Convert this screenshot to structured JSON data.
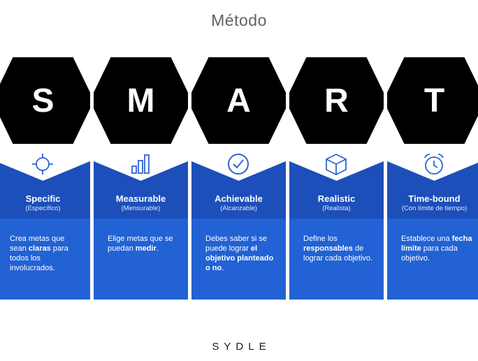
{
  "title": "Método",
  "brand": "SYDLE",
  "colors": {
    "hexagon": "#000000",
    "card": "#1f55c4",
    "icon": "#2f63d6"
  },
  "items": [
    {
      "letter": "S",
      "icon": "crosshair-icon",
      "name": "Specific",
      "sub": "(Específico)",
      "desc": [
        "Crea metas que sean ",
        "claras",
        " para todos los involucrados."
      ]
    },
    {
      "letter": "M",
      "icon": "bar-chart-icon",
      "name": "Measurable",
      "sub": "(Mensurable)",
      "desc": [
        "Elige metas que se puedan ",
        "medir",
        "."
      ]
    },
    {
      "letter": "A",
      "icon": "check-circle-icon",
      "name": "Achievable",
      "sub": "(Alcanzable)",
      "desc": [
        "Debes saber si se puede lograr ",
        "el objetivo planteado o no",
        "."
      ]
    },
    {
      "letter": "R",
      "icon": "cube-icon",
      "name": "Realistic",
      "sub": "(Realista)",
      "desc": [
        "Define los ",
        "responsables",
        " de lograr cada objetivo."
      ]
    },
    {
      "letter": "T",
      "icon": "alarm-clock-icon",
      "name": "Time-bound",
      "sub": "(Con límite de tiempo)",
      "desc": [
        "Establece una ",
        "fecha límite",
        " para cada objetivo."
      ]
    }
  ]
}
